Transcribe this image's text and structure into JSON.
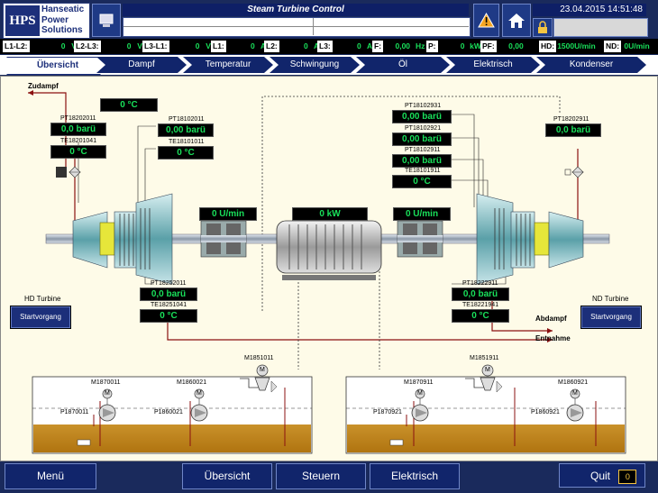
{
  "header": {
    "logo_mark": "HPS",
    "logo_lines": [
      "Hanseatic",
      "Power",
      "Solutions"
    ],
    "title": "Steam Turbine Control",
    "datetime": "23.04.2015 14:51:48"
  },
  "meters": [
    {
      "label": "L1-L2:",
      "value": "0",
      "unit": "V"
    },
    {
      "label": "L2-L3:",
      "value": "0",
      "unit": "V"
    },
    {
      "label": "L3-L1:",
      "value": "0",
      "unit": "V"
    },
    {
      "label": "L1:",
      "value": "0",
      "unit": "A"
    },
    {
      "label": "L2:",
      "value": "0",
      "unit": "A"
    },
    {
      "label": "L3:",
      "value": "0",
      "unit": "A"
    },
    {
      "label": "F:",
      "value": "0,00",
      "unit": "Hz"
    },
    {
      "label": "P:",
      "value": "0",
      "unit": "kW"
    },
    {
      "label": "PF:",
      "value": "0,00",
      "unit": ""
    },
    {
      "label": "HD:",
      "value": "1500",
      "unit": "U/min"
    },
    {
      "label": "ND:",
      "value": "0",
      "unit": "U/min"
    }
  ],
  "tabs": [
    "Übersicht",
    "Dampf",
    "Temperatur",
    "Schwingung",
    "Öl",
    "Elektrisch",
    "Kondenser"
  ],
  "plant": {
    "zudampf": "Zudampf",
    "abdampf": "Abdampf",
    "entnahme": "Entnahme",
    "hd_turbine": "HD Turbine",
    "nd_turbine": "ND Turbine",
    "startvorgang": "Startvorgang",
    "temp_top": "0 °C",
    "pt18202011": "PT18202011",
    "pt18202011_v": "0,0 barü",
    "te18201041": "TE18201041",
    "te18201041_v": "0 °C",
    "pt18102011": "PT18102011",
    "pt18102011_v": "0,00 barü",
    "te18101011": "TE18101011",
    "te18101011_v": "0 °C",
    "hd_speed": "0 U/min",
    "power": "0 kW",
    "nd_speed": "0 U/min",
    "pt18102931": "PT18102931",
    "pt18102931_v": "0,00 barü",
    "pt18102921": "PT18102921",
    "pt18102921_v": "0,00 barü",
    "pt18102911": "PT18102911",
    "pt18102911_v": "0,00 barü",
    "te18101911": "TE18101911",
    "te18101911_v": "0 °C",
    "pt18202911": "PT18202911",
    "pt18202911_v": "0,0 barü",
    "pt18252011": "PT18252011",
    "pt18252011_v": "0,0 barü",
    "te18251041": "TE18251041",
    "te18251041_v": "0 °C",
    "pt18222911": "PT18222911",
    "pt18222911_v": "0,0 barü",
    "te18221941": "TE18221941",
    "te18221941_v": "0 °C"
  },
  "pumps": {
    "m1870011": "M1870011",
    "m1860021": "M1860021",
    "m1851011": "M1851011",
    "p1870011": "P1870011",
    "p1860021": "P1860021",
    "m1870911": "M1870911",
    "m1860921": "M1860921",
    "m1851911": "M1851911",
    "p1870921": "P1870921",
    "p1860921": "P1860921",
    "motor_symbol": "M"
  },
  "bottom": {
    "menu": "Menü",
    "overview": "Übersicht",
    "control": "Steuern",
    "electrical": "Elektrisch",
    "quit": "Quit",
    "quit_count": "0"
  }
}
